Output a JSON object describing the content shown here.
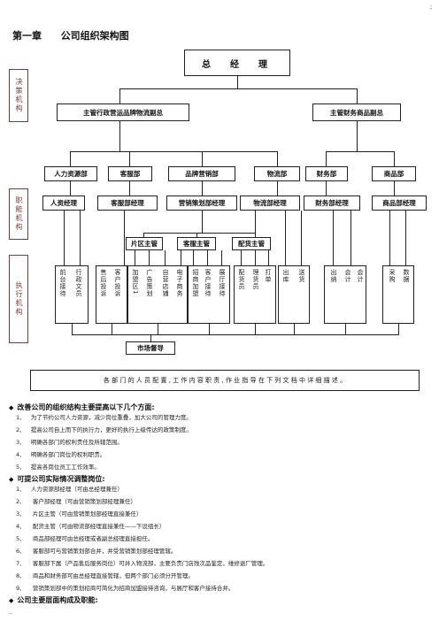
{
  "page_mark": ";",
  "title": {
    "chapter": "第一章",
    "name": "公司组织架构图"
  },
  "side_labels": {
    "decision": "决策机构",
    "function": "职能机构",
    "execution": "执行机构"
  },
  "top": "总　经　理",
  "vp_left": "主管行政营运品牌物流副总",
  "vp_right": "主管财务商品副总",
  "departments": [
    "人力资源部",
    "客服部",
    "品牌营销部",
    "物流部",
    "财务部",
    "商品部"
  ],
  "managers": [
    "人资经理",
    "客服部经理",
    "营销策划部经理",
    "物流部经理",
    "财务部经理",
    "商品部经理"
  ],
  "supervisors": [
    "片区主管",
    "客服主管",
    "配货主管"
  ],
  "exec_columns": [
    "前台接待",
    "行政文员",
    "售后投诉",
    "客户投诉",
    "加盟区1",
    "广告策划",
    "自营店铺",
    "电子商务",
    "招商加盟",
    "客户接待",
    "展厅接待",
    "配货员",
    "理货员",
    "打单",
    "出库",
    "送货",
    "出纳",
    "会计",
    "会计",
    "采购",
    "数据"
  ],
  "market_supervisor": "市场督导",
  "note": "各 部 门 的 人 员 配 置 , 工 作 内 容 职 责 , 作 业 指 导 在 下 列 文 档 中 详 细 描 述 。",
  "section1": {
    "heading": "改善公司的组织结构主要提高以下几个方面:",
    "items": [
      {
        "num": "1、",
        "text": "为了节约公司人力资源，减少岗位重叠，加大公司的管理力度。"
      },
      {
        "num": "2、",
        "text": "提高公司自上而下的执行力，更好的执行上级传达的政策制度。"
      },
      {
        "num": "3、",
        "text": "明确各部门的权利责任及所辖范围。"
      },
      {
        "num": "4、",
        "text": "明确各部门岗位的权利职责。"
      },
      {
        "num": "5、",
        "text": "提高各岗位员工工作效率。"
      }
    ]
  },
  "section2": {
    "heading": "可提公司实际情况调整岗位:",
    "items": [
      {
        "num": "1、",
        "text": "人力资源部经理（可由总经理兼任）"
      },
      {
        "num": "2、",
        "text": "客户部经理（可由营销策划部经理兼任）"
      },
      {
        "num": "3、",
        "text": "片区主管（可由营销策划部经理直接兼任）"
      },
      {
        "num": "4、",
        "text": "配货主管（可由物流部经理直接兼任——下设组长）"
      },
      {
        "num": "5、",
        "text": "商品部经理可由总经理或者副总经理直接担任。"
      },
      {
        "num": "6、",
        "text": "客服部可与营销策划部合并，并受营销策划部经理管辖。"
      },
      {
        "num": "7、",
        "text": "客服部下属（产品售后服务岗位）可并入物流部，主要负责门店残次品鉴定，维修退厂管理。"
      },
      {
        "num": "8、",
        "text": "商品和财务部可由总经理直接管辖，但两个部门必须分开管理。"
      },
      {
        "num": "9、",
        "text": "营销策划部中的策划招商可简化为招商加盟接待咨询，与展厅和客户接待合并。"
      }
    ]
  },
  "section3": {
    "heading": "公司主要层面构成及职能:"
  },
  "footer_mark": ".."
}
